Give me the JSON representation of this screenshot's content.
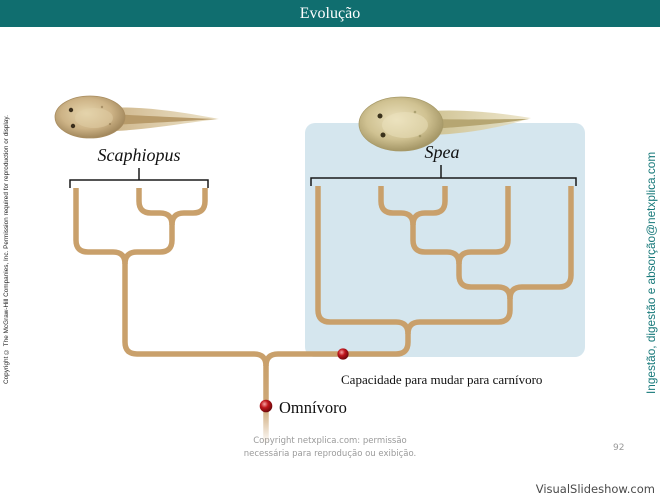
{
  "header": {
    "title": "Evolução"
  },
  "left_margin": {
    "copyright": "Copyright © The McGraw-Hill Companies, Inc. Permission required for reproduction or display."
  },
  "right_margin": {
    "caption": "Ingestão, digestão e absorção@netxplica.com"
  },
  "diagram": {
    "clades": [
      {
        "label": "Scaphiopus",
        "illustration": "tadpole-icon"
      },
      {
        "label": "Spea",
        "illustration": "tadpole-icon"
      }
    ],
    "markers": [
      {
        "label": "Capacidade para mudar para carnívoro"
      },
      {
        "label": "Omnívoro"
      }
    ]
  },
  "footer": {
    "notice_line1": "Copyright netxplica.com: permissão",
    "notice_line2": "necessária para reprodução ou exibição.",
    "page_number": "92",
    "watermark": "VisualSlideshow.com"
  },
  "colors": {
    "header_bar": "#106e6f",
    "header_text": "#ffffff",
    "branch": "#c9a06b",
    "highlight_box": "#d5e6ee",
    "marker": "#c0161c",
    "side_caption": "#17797a",
    "footer_text": "#9a9a9a"
  }
}
